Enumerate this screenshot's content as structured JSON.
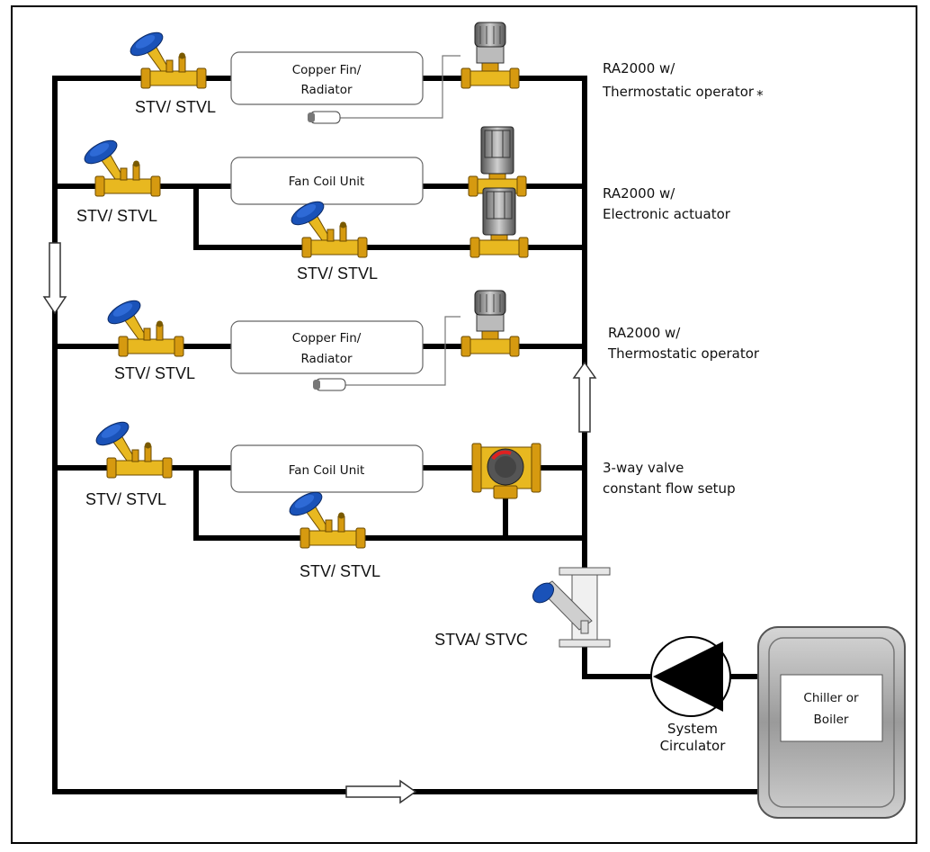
{
  "components": {
    "units": [
      {
        "line1": "Copper Fin/",
        "line2": "Radiator"
      },
      {
        "line1": "Fan Coil Unit"
      },
      {
        "line1": "Copper Fin/",
        "line2": "Radiator"
      },
      {
        "line1": "Fan Coil Unit"
      }
    ],
    "balancing_valve_label": "STV/ STVL",
    "main_valve_label": "STVA/ STVC",
    "circulator": {
      "line1": "System",
      "line2": "Circulator"
    },
    "plant": {
      "line1": "Chiller or",
      "line2": "Boiler"
    }
  },
  "side_labels": [
    {
      "line1": "RA2000 w/",
      "line2": "Thermostatic operator",
      "mark": "*"
    },
    {
      "line1": "RA2000 w/",
      "line2": "Electronic actuator"
    },
    {
      "line1": "RA2000 w/",
      "line2": "Thermostatic operator"
    },
    {
      "line1": "3-way valve",
      "line2": "constant flow setup"
    }
  ],
  "colors": {
    "pipe": "#000000",
    "brass": "#e8b820",
    "handle": "#1a52b8",
    "operator": "#888888",
    "plant": "#b8b8b8"
  }
}
